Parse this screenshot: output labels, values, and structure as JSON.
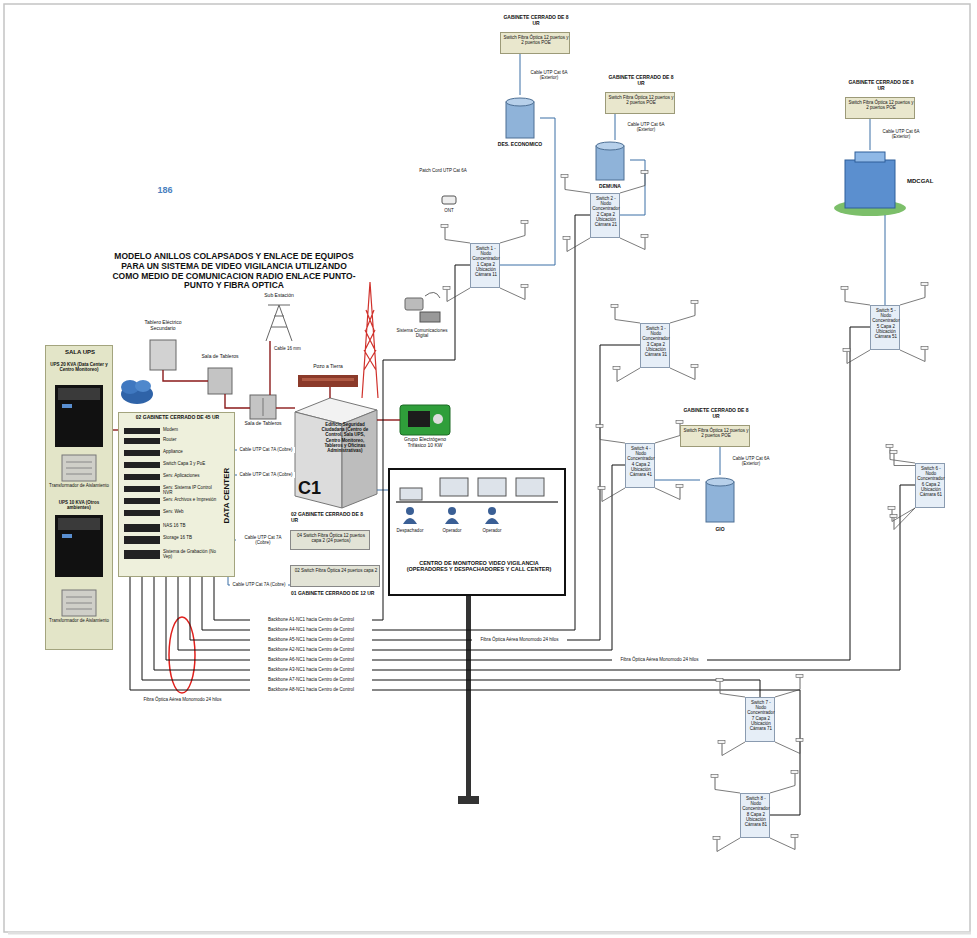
{
  "diagram": {
    "title": "MODELO ANILLOS COLAPSADOS Y ENLACE DE EQUIPOS PARA UN SISTEMA DE VIDEO VIGILANCIA UTILIZANDO COMO MEDIO DE COMUNICACION RADIO ENLACE PUNTO-PUNTO Y FIBRA OPTICA",
    "nodes": [
      {
        "text": [
          "SALA UPS"
        ]
      },
      {
        "text": [
          "02 GABINETE CERRADO DE 45 UR",
          "DATA CENTER"
        ]
      },
      {
        "text": [
          "Tablero Eléctrico Secundario"
        ]
      },
      {
        "text": [
          "Sala de Tableros"
        ]
      },
      {
        "text": [
          "Sala de Tableros"
        ]
      },
      {
        "text": [
          "Sub Estación"
        ]
      },
      {
        "text": [
          "Pozo a Tierra"
        ]
      },
      {
        "text": [
          "C1",
          "Edificio Seguridad Ciudadana (Centro de Control, Sala UPS, Centro Monitoreo, Tableros y Oficinas Administrativas)"
        ]
      },
      {
        "text": [
          "Grupo Electrógeno Trifásico 10 KW"
        ]
      },
      {
        "text": [
          "02 GABINETE CERRADO DE 8 UR",
          "04 Switch Fibra Óptica 12 puertos capa 2 (24 puertos)"
        ]
      },
      {
        "text": [
          "02 Switch Fibra Óptica 24 puertos capa 2",
          "01 GABINETE CERRADO DE 12 UR"
        ]
      },
      {
        "text": [
          "CENTRO DE MONITOREO VIDEO VIGILANCIA (OPERADORES Y DESPACHADORES Y CALL CENTER)"
        ]
      },
      {
        "text": [
          "Switch 1 - Nodo Concentrador 1 Capa 2 Ubicación Cámara 11"
        ]
      },
      {
        "text": [
          "Switch 2 - Nodo Concentrador 2 Capa 2 Ubicación Cámara 21"
        ]
      },
      {
        "text": [
          "Switch 3 - Nodo Concentrador 3 Capa 2 Ubicación Cámara 31"
        ]
      },
      {
        "text": [
          "Switch 4 - Nodo Concentrador 4 Capa 2 Ubicación Cámara 41"
        ]
      },
      {
        "text": [
          "Switch 5 - Nodo Concentrador 5 Capa 2 Ubicación Cámara 51"
        ]
      },
      {
        "text": [
          "Switch 6 - Nodo Concentrador 6 Capa 2 Ubicación Cámara 61"
        ]
      },
      {
        "text": [
          "Switch 7 - Nodo Concentrador 7 Capa 2 Ubicación Cámara 71"
        ]
      },
      {
        "text": [
          "Switch 8 - Nodo Concentrador 8 Capa 2 Ubicación Cámara 81"
        ]
      },
      {
        "text": [
          "GABINETE CERRADO DE 8 UR",
          "Switch Fibra Óptica 12 puertos y 2 puertos POE"
        ]
      },
      {
        "text": [
          "GABINETE CERRADO DE 8 UR",
          "Switch Fibra Óptica 12 puertos y 2 puertos POE"
        ]
      },
      {
        "text": [
          "GABINETE CERRADO DE 8 UR",
          "Switch Fibra Óptica 12 puertos y 2 puertos POE"
        ]
      },
      {
        "text": [
          "GABINETE CERRADO DE 8 UR",
          "Switch Fibra Óptica 12 puertos y 2 puertos POE"
        ]
      },
      {
        "text": [
          "DES. ECONOMICO"
        ]
      },
      {
        "text": [
          "DEMUNA"
        ]
      },
      {
        "text": [
          "MDCGAL"
        ]
      },
      {
        "text": [
          "GIO"
        ]
      }
    ],
    "edges": [
      {
        "from": 0,
        "to": 1,
        "arrow": "none"
      },
      {
        "from": 2,
        "to": 3,
        "arrow": "none"
      },
      {
        "from": 3,
        "to": 4,
        "arrow": "none"
      },
      {
        "from": 5,
        "to": 4,
        "arrow": "none"
      },
      {
        "from": 7,
        "to": 4,
        "arrow": "none"
      },
      {
        "from": 7,
        "to": 6,
        "arrow": "none"
      },
      {
        "from": 7,
        "to": 8,
        "arrow": "none"
      },
      {
        "from": 1,
        "to": 7,
        "label": "Cable UTP Cat 7A (Cobre)",
        "arrow": "none"
      },
      {
        "from": 1,
        "to": 7,
        "label": "Cable UTP Cat 7A (Cobre)",
        "arrow": "none"
      },
      {
        "from": 1,
        "to": 9,
        "label": "Cable UTP Cat 7A (Cobre)",
        "arrow": "none"
      },
      {
        "from": 1,
        "to": 10,
        "label": "Cable UTP Cat 7A (Cobre)",
        "arrow": "none"
      },
      {
        "from": 7,
        "to": 11,
        "arrow": "none"
      },
      {
        "from": 1,
        "to": 12,
        "label": "Backbone A1-NC1 hacia Centro de Control",
        "arrow": "none"
      },
      {
        "from": 1,
        "to": 13,
        "label": "Backbone A4-NC1 hacia Centro de Control",
        "arrow": "none"
      },
      {
        "from": 1,
        "to": 14,
        "label": "Backbone A5-NC1 hacia Centro de Control",
        "arrow": "none"
      },
      {
        "from": 1,
        "to": 15,
        "label": "Backbone A2-NC1 hacia Centro de Control",
        "arrow": "none"
      },
      {
        "from": 1,
        "to": 16,
        "label": "Backbone A6-NC1 hacia Centro de Control",
        "arrow": "none"
      },
      {
        "from": 1,
        "to": 17,
        "label": "Backbone A3-NC1 hacia Centro de Control",
        "arrow": "none"
      },
      {
        "from": 1,
        "to": 18,
        "label": "Backbone A7-NC1 hacia Centro de Control",
        "arrow": "none"
      },
      {
        "from": 1,
        "to": 19,
        "label": "Backbone A8-NC1 hacia Centro de Control",
        "arrow": "none"
      },
      {
        "from": 20,
        "to": 24,
        "label": "Cable UTP Cat 6A (Exterior)",
        "arrow": "none"
      },
      {
        "from": 21,
        "to": 25,
        "label": "Cable UTP Cat 6A (Exterior)",
        "arrow": "none"
      },
      {
        "from": 22,
        "to": 26,
        "label": "Cable UTP Cat 6A (Exterior)",
        "arrow": "none"
      },
      {
        "from": 23,
        "to": 27,
        "label": "Cable UTP Cat 6A (Exterior)",
        "arrow": "none"
      },
      {
        "from": 24,
        "to": 12,
        "arrow": "none"
      },
      {
        "from": 25,
        "to": 13,
        "arrow": "none"
      },
      {
        "from": 26,
        "to": 16,
        "arrow": "none"
      },
      {
        "from": 27,
        "to": 15,
        "arrow": "none"
      }
    ],
    "labels": [
      "186",
      "UPS 20 KVA (Data Center y Centro Monitoreo)",
      "Transformador de Aislamiento",
      "UPS 10 KVA (Otros ambientes)",
      "Transformador de Aislamiento",
      "Modem",
      "Router",
      "Appliance",
      "Switch Capa 3 y PoE",
      "Serv. Aplicaciones",
      "Serv. Sistema IP Control NVR",
      "Serv. Archivos e Impresión",
      "Serv. Web",
      "NAS 16 TB",
      "Storage 16 TB",
      "Sistema de Grabación (No Vep)",
      "Cable 16 mm",
      "Sistema Comunicaciones Digital",
      "Despachador",
      "Operador",
      "Operador",
      "Fibra Óptica Aérea Monomodo 24 hilos",
      "Fibra Óptica Aérea Monomodo 24 hilos",
      "Fibra Óptica Aérea Monomodo 24 hilos",
      "Patch Cord UTP Cat 6A",
      "ONT"
    ]
  }
}
